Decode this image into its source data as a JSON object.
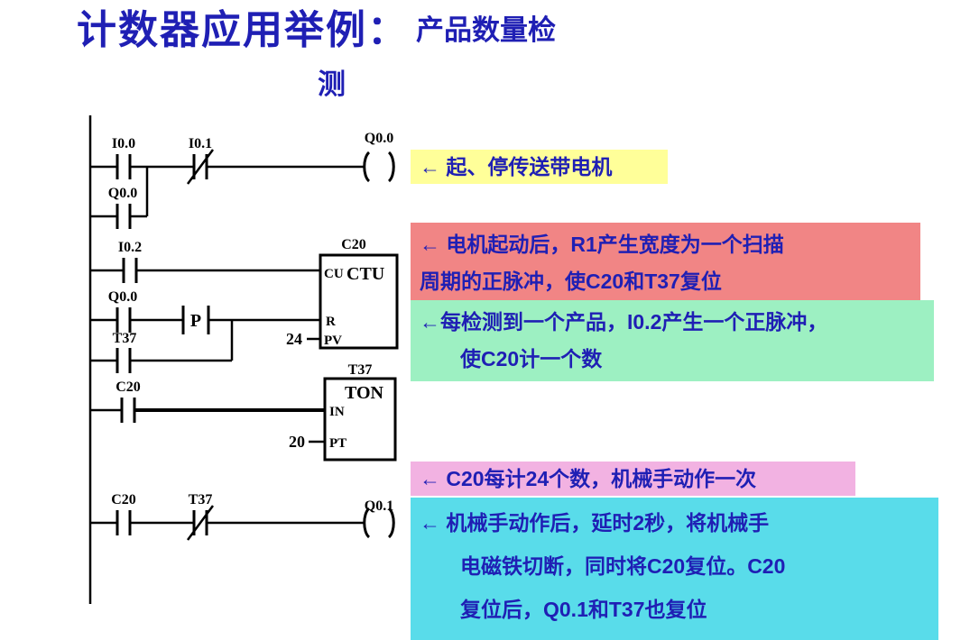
{
  "title": {
    "main": "计数器应用举例：",
    "sub": "产品数量检",
    "sub_line2": "测"
  },
  "colors": {
    "text_blue": "#1f1fb4",
    "highlight_yellow": "#ffff99",
    "highlight_red": "#f18585",
    "highlight_green": "#9df0c2",
    "highlight_pink": "#f2b2e2",
    "highlight_cyan": "#59dcea"
  },
  "ladder": {
    "rung1": {
      "contact1": "I0.0",
      "contact2_nc": "I0.1",
      "coil": "Q0.0",
      "parallel_contact": "Q0.0"
    },
    "rung2": {
      "contact1": "I0.2",
      "box_name": "C20",
      "box_type": "CTU",
      "input_cu": "CU",
      "input_r": "R",
      "input_pv": "PV",
      "pv_value": "24",
      "contact2": "Q0.0",
      "edge": "P",
      "contact3": "T37"
    },
    "rung3": {
      "contact1": "C20",
      "box_name": "T37",
      "box_type": "TON",
      "input_in": "IN",
      "input_pt": "PT",
      "pt_value": "20"
    },
    "rung4": {
      "contact1": "C20",
      "contact2_nc": "T37",
      "coil": "Q0.1"
    }
  },
  "annotations": [
    {
      "bg": "#ffff99",
      "lines": [
        "← 起、停传送带电机"
      ]
    },
    {
      "bg": "#f18585",
      "lines": [
        "← 电机起动后，R1产生宽度为一个扫描",
        "周期的正脉冲，使C20和T37复位"
      ]
    },
    {
      "bg": "#9df0c2",
      "lines": [
        "←每检测到一个产品，I0.2产生一个正脉冲，",
        "使C20计一个数"
      ]
    },
    {
      "bg": "#f2b2e2",
      "lines": [
        "← C20每计24个数，机械手动作一次"
      ]
    },
    {
      "bg": "#59dcea",
      "lines": [
        "← 机械手动作后，延时2秒，将机械手",
        "电磁铁切断，同时将C20复位。C20",
        "复位后，Q0.1和T37也复位"
      ]
    }
  ]
}
